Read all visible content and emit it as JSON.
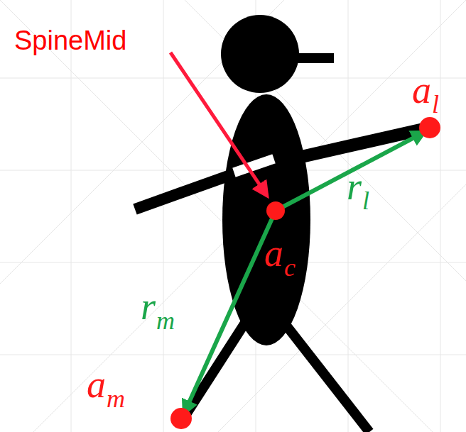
{
  "diagram": {
    "labels": [
      "SpineMid",
      "al",
      "ac",
      "rl",
      "rm",
      "am"
    ]
  }
}
